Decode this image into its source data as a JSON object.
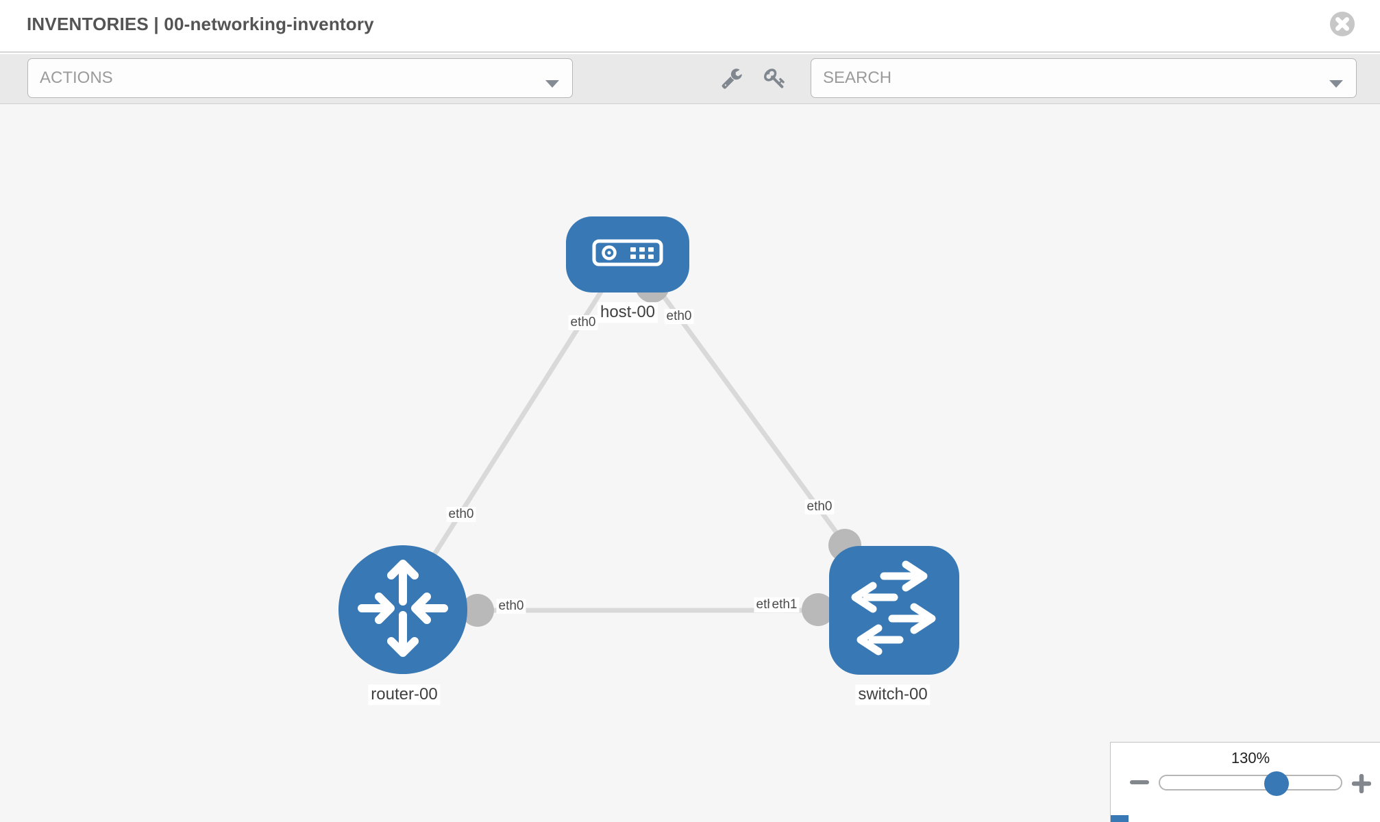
{
  "header": {
    "title": "INVENTORIES | 00-networking-inventory",
    "close_icon": "circle-x"
  },
  "toolbar": {
    "actions_label": "ACTIONS",
    "search_label": "SEARCH",
    "icons": [
      "wrench-icon",
      "key-icon",
      "chevron-down-icon"
    ]
  },
  "graph": {
    "nodes": [
      {
        "id": "host-00",
        "type": "host",
        "label": "host-00",
        "icon": "host-device-icon"
      },
      {
        "id": "router-00",
        "type": "router",
        "label": "router-00",
        "icon": "router-arrows-icon"
      },
      {
        "id": "switch-00",
        "type": "switch",
        "label": "switch-00",
        "icon": "switch-arrows-icon"
      }
    ],
    "edges": [
      {
        "from": "host-00",
        "to": "router-00",
        "from_interface": "eth0",
        "to_interface": "eth0"
      },
      {
        "from": "host-00",
        "to": "switch-00",
        "from_interface": "eth0",
        "to_interface": "eth0"
      },
      {
        "from": "router-00",
        "to": "switch-00",
        "from_interface": "eth0",
        "to_interface": "eth1",
        "to_interface_overlapping": "eth1"
      }
    ]
  },
  "zoom_control": {
    "level": "130%",
    "minus_icon": "minus",
    "plus_icon": "plus"
  },
  "colors": {
    "node_fill": "#3878b4",
    "link": "#d9d9d9",
    "port": "#b9b9b9",
    "toolbar_bg": "#e9e9e9",
    "graph_bg": "#f6f6f6",
    "slider_thumb": "#3878b4"
  }
}
